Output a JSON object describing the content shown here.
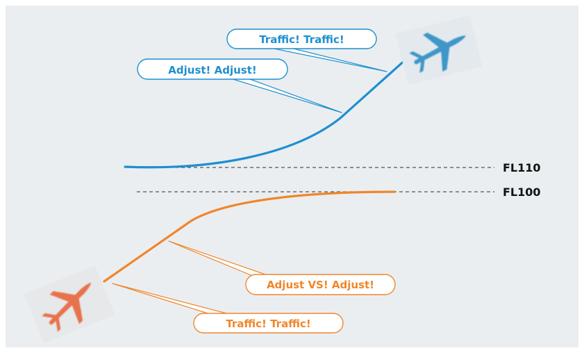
{
  "colors": {
    "background": "#eaeef1",
    "frame": "#ffffff",
    "blue": "#1e8fcf",
    "orange": "#f0862a",
    "dashed_line": "#555555"
  },
  "flight_levels": {
    "upper": "FL110",
    "lower": "FL100"
  },
  "callouts": {
    "blue_traffic": "Traffic! Traffic!",
    "blue_adjust": "Adjust! Adjust!",
    "orange_adjust": "Adjust VS! Adjust!",
    "orange_traffic": "Traffic! Traffic!"
  },
  "aircraft": {
    "upper_icon": "airplane-icon-blue",
    "lower_icon": "airplane-icon-orange"
  }
}
